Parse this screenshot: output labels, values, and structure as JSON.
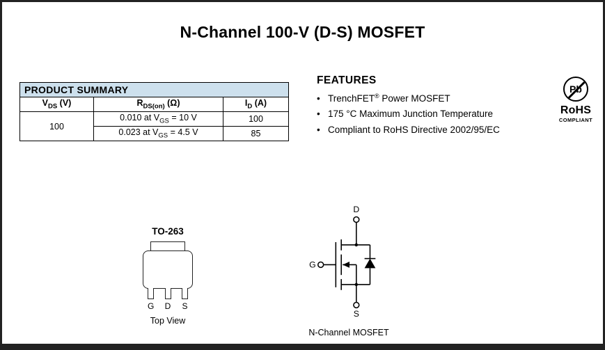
{
  "title": "N-Channel 100-V (D-S) MOSFET",
  "product_summary": {
    "banner": "PRODUCT SUMMARY",
    "columns": [
      {
        "pre": "V",
        "sub": "DS",
        "post": " (V)"
      },
      {
        "pre": "R",
        "sub": "DS(on)",
        "post": " (Ω)"
      },
      {
        "pre": "I",
        "sub": "D",
        "post": " (A)"
      }
    ],
    "vds_value": "100",
    "rows": [
      {
        "rds": {
          "pre": "0.010 at V",
          "sub": "GS",
          "post": " = 10 V"
        },
        "id": "100"
      },
      {
        "rds": {
          "pre": "0.023 at V",
          "sub": "GS",
          "post": " = 4.5 V"
        },
        "id": "85"
      }
    ]
  },
  "features": {
    "heading": "FEATURES",
    "bullet": "•",
    "items": [
      {
        "pre": "TrenchFET",
        "sup": "®",
        "post": " Power MOSFET"
      },
      {
        "pre": "175 °C Maximum Junction Temperature",
        "sup": "",
        "post": ""
      },
      {
        "pre": "Compliant to RoHS Directive 2002/95/EC",
        "sup": "",
        "post": ""
      }
    ]
  },
  "rohs": {
    "symbol_text": "Pb",
    "line1": "RoHS",
    "line2": "COMPLIANT"
  },
  "package": {
    "name": "TO-263",
    "pins": [
      "G",
      "D",
      "S"
    ],
    "caption": "Top View"
  },
  "schematic": {
    "caption": "N-Channel MOSFET",
    "terminals": {
      "d": "D",
      "g": "G",
      "s": "S"
    }
  },
  "colors": {
    "table_header_bg": "#cde0ed",
    "frame_border": "#222222",
    "ink": "#000000"
  }
}
